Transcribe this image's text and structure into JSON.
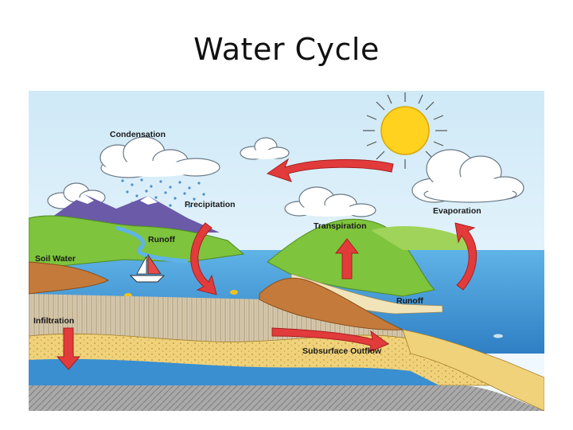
{
  "slide": {
    "title": "Water Cycle"
  },
  "diagram": {
    "labels": {
      "condensation": "Condensation",
      "precipitation": "Precipitation",
      "runoff_left": "Runoff",
      "soil_water": "Soil Water",
      "transpiration": "Transpiration",
      "evaporation": "Evaporation",
      "runoff_right": "Runoff",
      "infiltration": "Infiltration",
      "subsurface_outflow": "Subsurface Outflow"
    },
    "colors": {
      "arrow_red": "#e23b3b",
      "sky": "#dff0f8",
      "sea": "#3a8fd0",
      "sun": "#ffd21f",
      "grass": "#7ec43c",
      "soil": "#c47a3a",
      "sand": "#f0d37a",
      "bedrock": "#9a9a9a"
    }
  }
}
